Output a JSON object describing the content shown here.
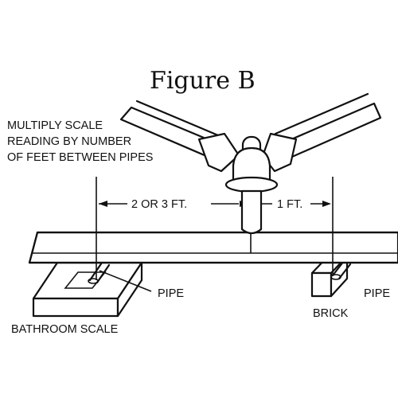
{
  "figure": {
    "title": "Figure B",
    "instruction_lines": [
      "MULTIPLY SCALE",
      "READING BY NUMBER",
      "OF FEET BETWEEN PIPES"
    ],
    "dimension_left": "2 OR 3 FT.",
    "dimension_right": "1 FT.",
    "label_pipe_left": "PIPE",
    "label_pipe_right": "PIPE",
    "label_scale": "BATHROOM SCALE",
    "label_brick": "BRICK"
  }
}
